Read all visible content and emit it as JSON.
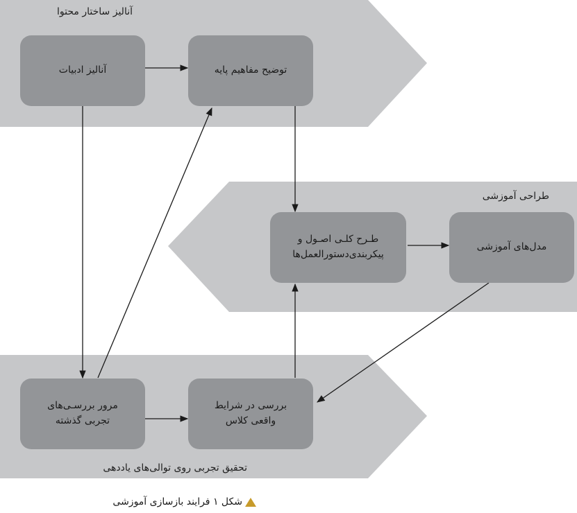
{
  "bands": {
    "content": {
      "label": "آنالیز ساختار محتوا"
    },
    "design": {
      "label": "طراحی آموزشی"
    },
    "research": {
      "label": "تحقیق تجربی روی توالی‌های یاددهی"
    }
  },
  "nodes": {
    "literature": {
      "label": "آنالیز ادبیات"
    },
    "concepts": {
      "label": "توضیح مفاهیم پایه"
    },
    "plan": {
      "label": "طـرح کلـی اصـول و\nپیکربندی‌دستورالعمل‌ها"
    },
    "models": {
      "label": "مدل‌های آموزشی"
    },
    "review": {
      "label": "مرور بررسـی‌های\nتجربی گذشته"
    },
    "classroom": {
      "label": "بررسی در شرایط\nواقعی کلاس"
    }
  },
  "caption": {
    "text": "شکل ۱ فرایند بازسازی آموزشی"
  },
  "colors": {
    "band": "#c6c7c9",
    "node": "#939598",
    "arrow": "#1a1a1a",
    "caption_icon": "#c79b2b"
  }
}
